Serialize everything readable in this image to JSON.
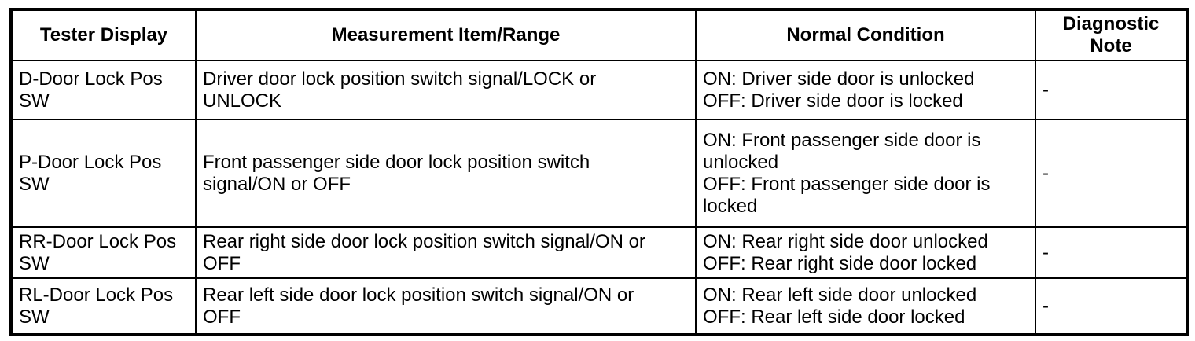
{
  "colors": {
    "border": "#000000",
    "text": "#000000",
    "background": "#ffffff"
  },
  "table": {
    "columns": [
      {
        "label": "Tester Display"
      },
      {
        "label": "Measurement Item/Range"
      },
      {
        "label": "Normal Condition"
      },
      {
        "label": "Diagnostic\nNote"
      }
    ],
    "rows": [
      {
        "tester_display": "D-Door Lock Pos\nSW",
        "measurement_item_range": "Driver door lock position switch signal/LOCK or\nUNLOCK",
        "normal_condition": "ON: Driver side door is unlocked\nOFF: Driver side door is locked",
        "diagnostic_note": "-"
      },
      {
        "tester_display": "P-Door Lock Pos\nSW",
        "measurement_item_range": "Front passenger side door lock position switch\nsignal/ON or OFF",
        "normal_condition": "ON: Front passenger side door is\nunlocked\nOFF: Front passenger side door is\nlocked",
        "diagnostic_note": "-"
      },
      {
        "tester_display": "RR-Door Lock Pos\nSW",
        "measurement_item_range": "Rear right side door lock position switch signal/ON or\nOFF",
        "normal_condition": "ON: Rear right side door unlocked\nOFF: Rear right side door locked",
        "diagnostic_note": "-"
      },
      {
        "tester_display": "RL-Door Lock Pos\nSW",
        "measurement_item_range": "Rear left side door lock position switch signal/ON or\nOFF",
        "normal_condition": "ON: Rear left side door unlocked\nOFF: Rear left side door locked",
        "diagnostic_note": "-"
      }
    ]
  }
}
